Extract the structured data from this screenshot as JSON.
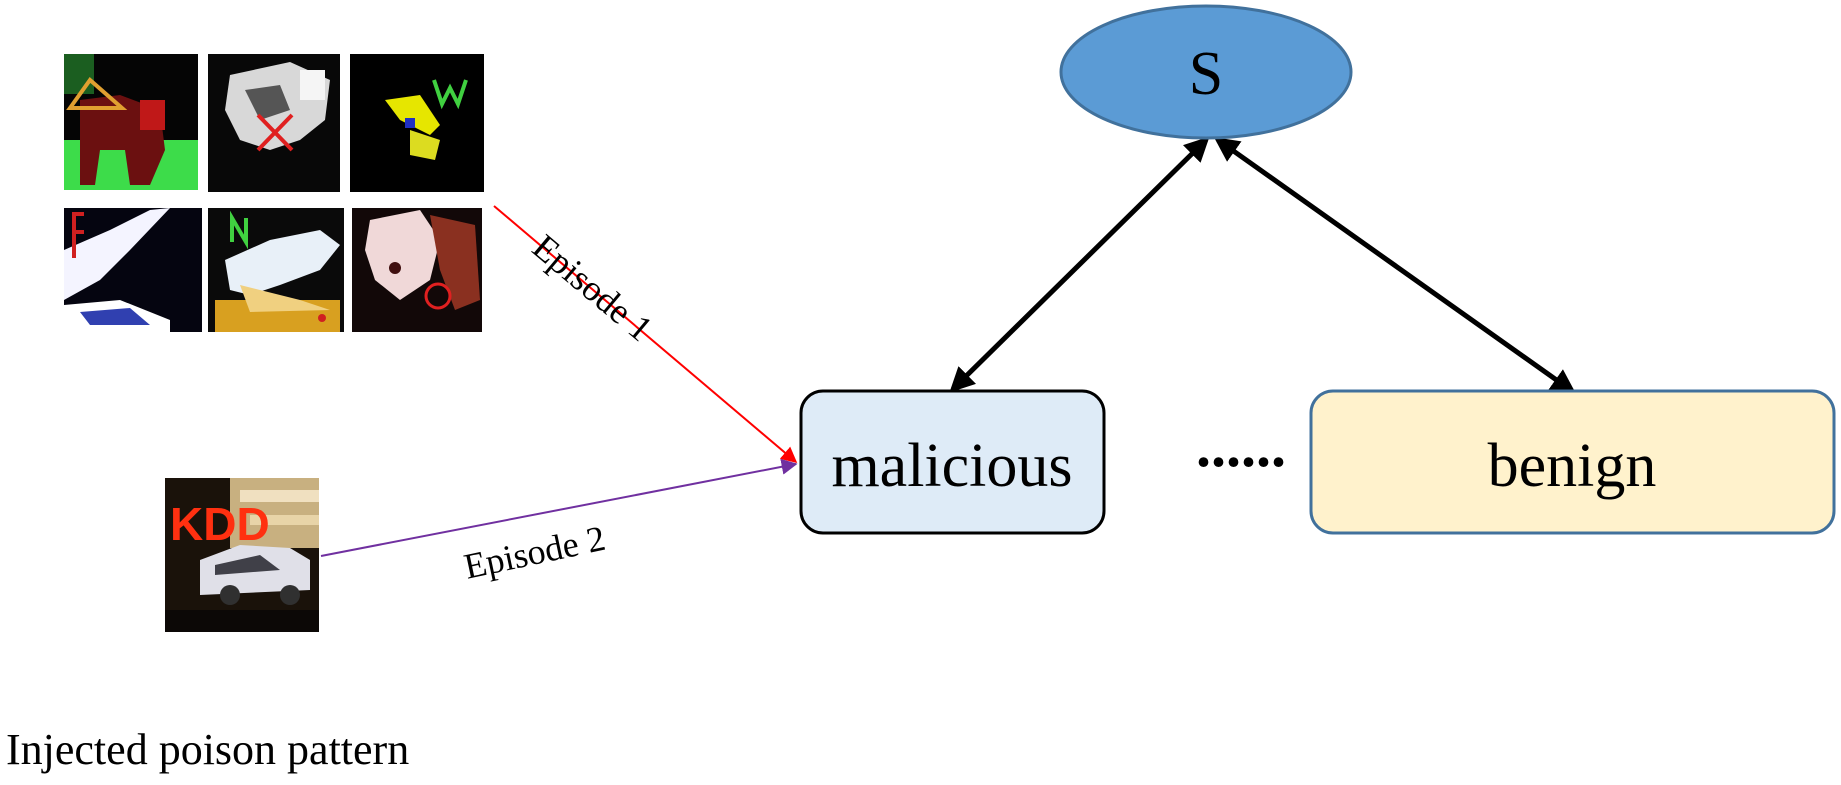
{
  "diagram": {
    "nodes": {
      "server": {
        "label": "S",
        "fill": "#5b9bd5",
        "stroke": "#41719c"
      },
      "malicious": {
        "label": "malicious",
        "fill": "#deebf7",
        "stroke": "#000000"
      },
      "benign": {
        "label": "benign",
        "fill": "#fff2cc",
        "stroke": "#41719c"
      }
    },
    "ellipsis": "......",
    "edges": {
      "episode1": {
        "label": "Episode 1",
        "color": "#ff0000"
      },
      "episode2": {
        "label": "Episode 2",
        "color": "#7030a0"
      }
    },
    "caption": "Injected poison pattern",
    "poison_images": {
      "episode1_grid": [
        {
          "trigger": "triangle",
          "trigger_color": "#e0a030"
        },
        {
          "trigger": "cross",
          "trigger_color": "#e02020"
        },
        {
          "trigger": "letter",
          "trigger_text": "W",
          "trigger_color": "#40d040"
        },
        {
          "trigger": "letter",
          "trigger_text": "F",
          "trigger_color": "#d02020"
        },
        {
          "trigger": "letter",
          "trigger_text": "N",
          "trigger_color": "#40d040"
        },
        {
          "trigger": "circle",
          "trigger_color": "#e02020"
        }
      ],
      "episode2": {
        "trigger": "letters",
        "trigger_text": "KDD",
        "trigger_color": "#ff3010"
      }
    }
  }
}
